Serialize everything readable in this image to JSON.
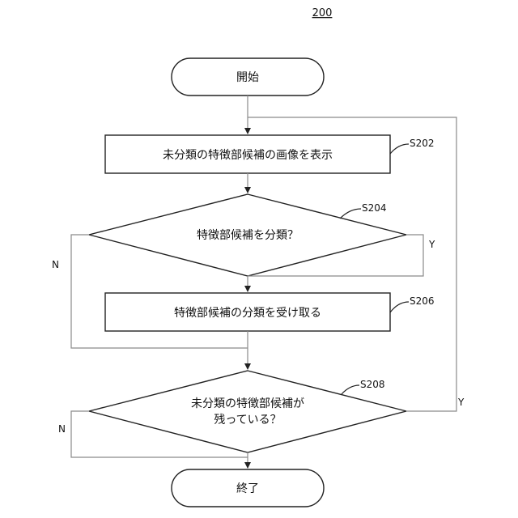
{
  "figure_number": "200",
  "nodes": {
    "start": {
      "label": "開始"
    },
    "s202": {
      "label": "未分類の特徴部候補の画像を表示",
      "step": "S202"
    },
    "s204": {
      "label": "特徴部候補を分類？",
      "step": "S204"
    },
    "s206": {
      "label": "特徴部候補の分類を受け取る",
      "step": "S206"
    },
    "s208": {
      "label_line1": "未分類の特徴部候補が",
      "label_line2": "残っている？",
      "step": "S208"
    },
    "end": {
      "label": "終了"
    }
  },
  "branches": {
    "s204_no": "N",
    "s204_yes": "Y",
    "s208_no": "N",
    "s208_yes": "Y"
  }
}
